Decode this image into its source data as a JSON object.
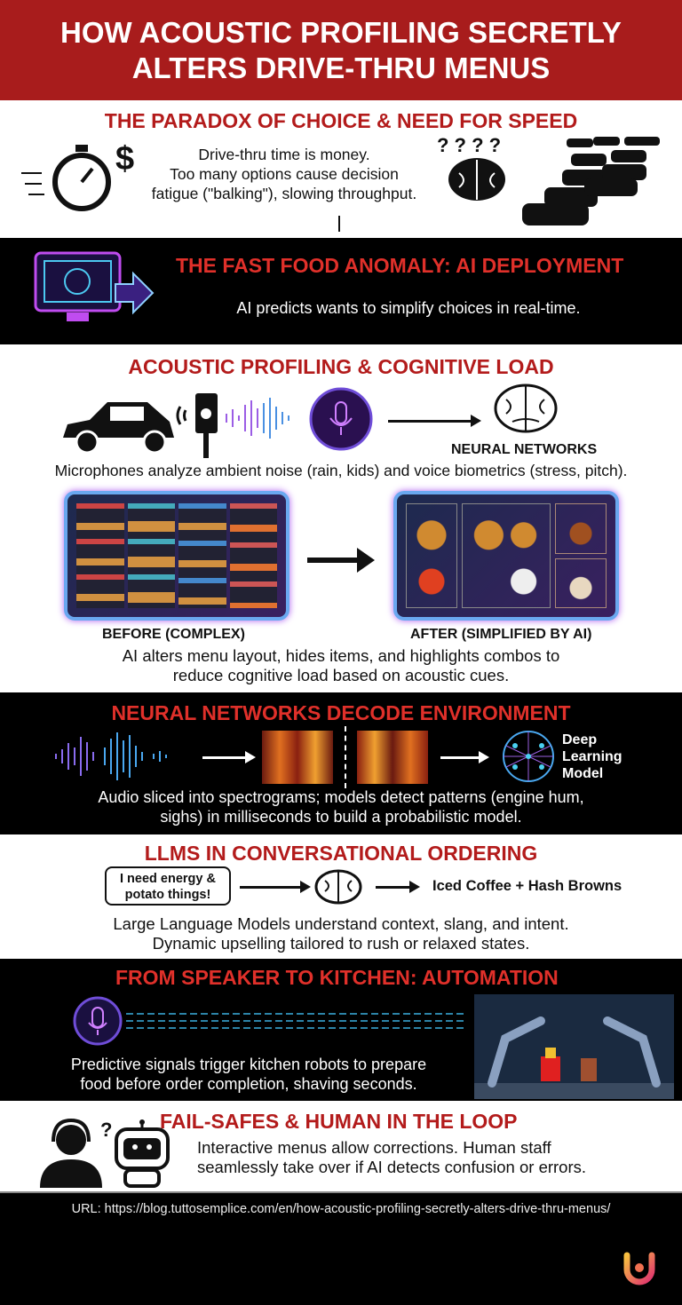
{
  "title": "HOW ACOUSTIC PROFILING SECRETLY ALTERS DRIVE-THRU MENUS",
  "title_lines": [
    "HOW ACOUSTIC PROFILING SECRETLY",
    "ALTERS DRIVE-THRU MENUS"
  ],
  "s1": {
    "heading": "THE PARADOX OF CHOICE & NEED FOR SPEED",
    "lines": [
      "Drive-thru time is money.",
      "Too many options cause decision",
      "fatigue (\"balking\"), slowing throughput."
    ],
    "dollar": "$",
    "qmarks": "? ? ? ?"
  },
  "s2": {
    "heading": "THE FAST FOOD ANOMALY: AI DEPLOYMENT",
    "text": "AI predicts wants to simplify choices in real-time."
  },
  "s3": {
    "heading": "ACOUSTIC PROFILING & COGNITIVE LOAD",
    "nn_label": "NEURAL NETWORKS",
    "text": "Microphones analyze ambient noise (rain, kids) and voice biometrics (stress, pitch).",
    "before": "BEFORE (COMPLEX)",
    "after": "AFTER (SIMPLIFIED BY AI)",
    "lines": [
      "AI alters menu layout, hides items, and highlights combos to",
      "reduce cognitive load based on acoustic cues."
    ]
  },
  "s4": {
    "heading": "NEURAL NETWORKS DECODE ENVIRONMENT",
    "model_lines": [
      "Deep",
      "Learning",
      "Model"
    ],
    "lines": [
      "Audio sliced into spectrograms; models detect patterns (engine hum,",
      "sighs) in milliseconds to build a probabilistic model."
    ]
  },
  "s5": {
    "heading": "LLMS IN CONVERSATIONAL ORDERING",
    "bubble_lines": [
      "I need energy &",
      "potato things!"
    ],
    "result": "Iced Coffee + Hash Browns",
    "lines": [
      "Large Language Models understand context, slang, and intent.",
      "Dynamic upselling tailored to rush or relaxed states."
    ]
  },
  "s6": {
    "heading": "FROM SPEAKER TO KITCHEN: AUTOMATION",
    "lines": [
      "Predictive signals trigger kitchen robots to prepare",
      "food before order completion, shaving seconds."
    ]
  },
  "s7": {
    "heading": "FAIL-SAFES & HUMAN IN THE LOOP",
    "qmarks": "?",
    "lines": [
      "Interactive menus allow corrections. Human staff",
      "seamlessly take over if AI detects confusion or errors."
    ]
  },
  "footer": {
    "url": "URL: https://blog.tuttosemplice.com/en/how-acoustic-profiling-secretly-alters-drive-thru-menus/"
  },
  "colors": {
    "header": "#a81c1c",
    "heading_red": "#b31b1b"
  }
}
